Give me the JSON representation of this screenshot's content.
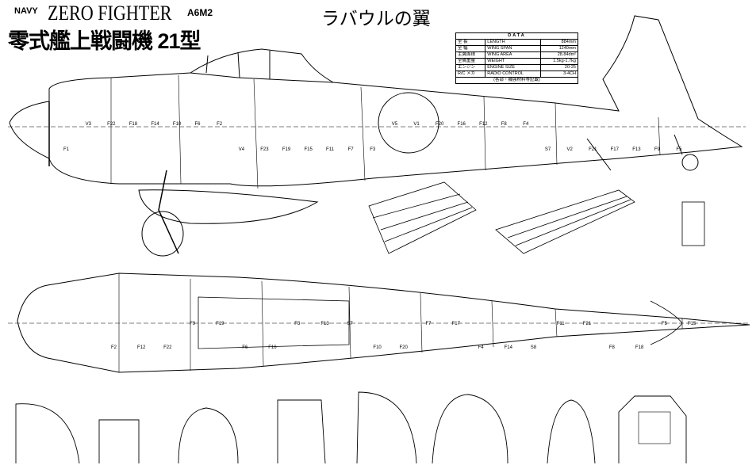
{
  "header": {
    "navy": "NAVY",
    "title_en": "ZERO FIGHTER",
    "variant": "A6M2",
    "title_jp": "零式艦上戦闘機 21型",
    "subtitle": "ラバウルの翼"
  },
  "data_table": {
    "heading": "DATA",
    "rows": [
      {
        "jp": "全 長",
        "label": "LENGTH",
        "value": "884mm"
      },
      {
        "jp": "全 幅",
        "label": "WING SPAN",
        "value": "1240mm"
      },
      {
        "jp": "主翼面積",
        "label": "WING AREA",
        "value": "28.84dm²"
      },
      {
        "jp": "全備重量",
        "label": "WEIGHT",
        "value": "1.5kg-1.7kg"
      },
      {
        "jp": "エンジン",
        "label": "ENGINE SIZE",
        "value": "20-25"
      },
      {
        "jp": "R/C メカ",
        "label": "RADIO CONTROL",
        "value": "3-4CH"
      }
    ],
    "footer": "(各部・補強材料等記載)"
  },
  "labels": {
    "side": [
      "F1",
      "F2",
      "F3",
      "F4",
      "F5",
      "F6",
      "F7",
      "F8",
      "F9",
      "F10",
      "F11",
      "F12",
      "F13",
      "F14",
      "F15",
      "F16",
      "F17",
      "F18",
      "F19",
      "F20",
      "F21",
      "F22",
      "F23",
      "V1",
      "V2",
      "V3",
      "V4",
      "V5",
      "S7"
    ],
    "top": [
      "F2",
      "F3",
      "F4",
      "F5",
      "F6",
      "F7",
      "F8",
      "F9",
      "F10",
      "F11",
      "F12",
      "F13",
      "F14",
      "F15",
      "F16",
      "F17",
      "F18",
      "F19",
      "F20",
      "F21",
      "F22",
      "S7",
      "S8"
    ]
  }
}
